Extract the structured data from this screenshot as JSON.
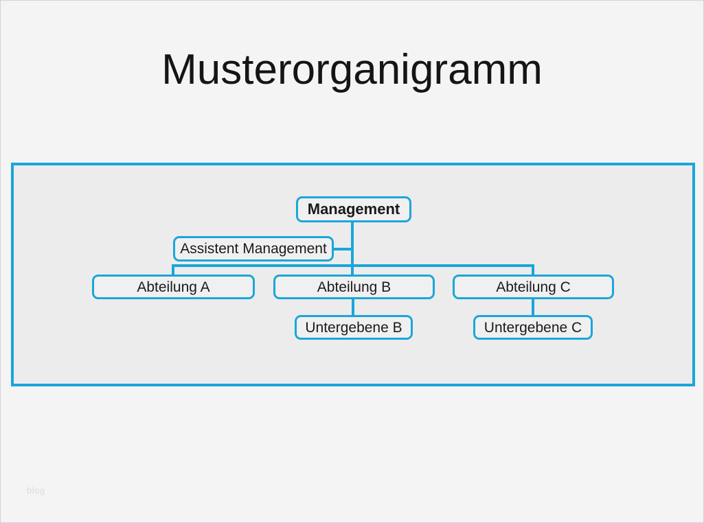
{
  "page": {
    "title": "Musterorganigramm",
    "watermark": "blog"
  },
  "colors": {
    "accent": "#1aa6d9",
    "page_background": "#f4f4f4",
    "panel_background": "#ececec",
    "node_fill": "#f0f0f0",
    "text": "#1a1a1a",
    "watermark_text": "#dbdbdb"
  },
  "chart_data": {
    "type": "org-chart",
    "title": "Musterorganigramm",
    "nodes": {
      "management": {
        "label": "Management",
        "level": 1,
        "emphasis": "bold"
      },
      "assistant": {
        "label": "Assistent Management",
        "level": 2
      },
      "dept_a": {
        "label": "Abteilung A",
        "level": 3
      },
      "dept_b": {
        "label": "Abteilung B",
        "level": 3
      },
      "dept_c": {
        "label": "Abteilung C",
        "level": 3
      },
      "sub_b": {
        "label": "Untergebene B",
        "level": 4
      },
      "sub_c": {
        "label": "Untergebene C",
        "level": 4
      }
    },
    "edges": [
      {
        "from": "management",
        "to": "assistant",
        "type": "staff"
      },
      {
        "from": "management",
        "to": "dept_a"
      },
      {
        "from": "management",
        "to": "dept_b"
      },
      {
        "from": "management",
        "to": "dept_c"
      },
      {
        "from": "dept_b",
        "to": "sub_b"
      },
      {
        "from": "dept_c",
        "to": "sub_c"
      }
    ]
  }
}
